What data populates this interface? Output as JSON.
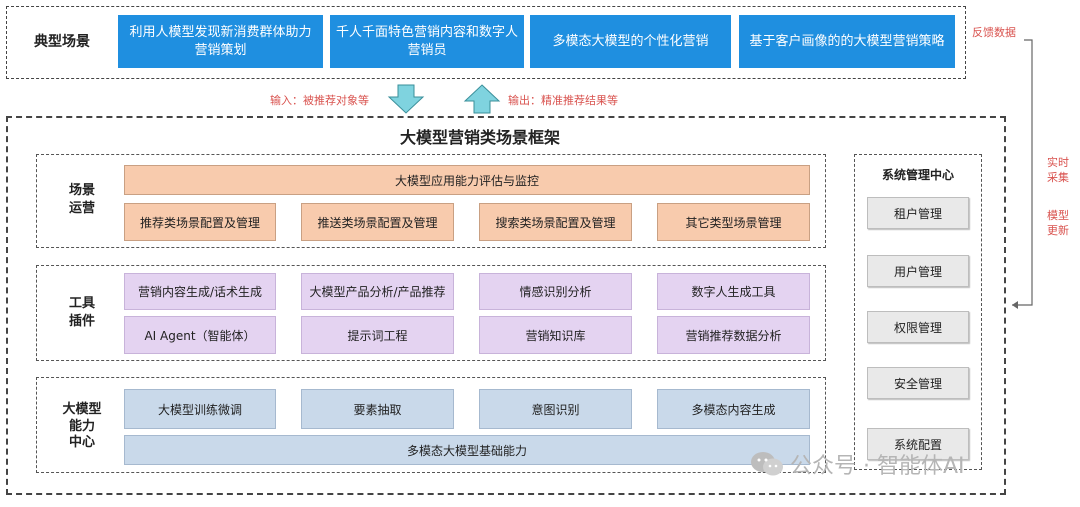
{
  "top": {
    "label": "典型场景",
    "scenarios": [
      "利用人模型发现新消费群体助力营销策划",
      "千人千面特色营销内容和数字人营销员",
      "多模态大模型的个性化营销",
      "基于客户画像的的大模型营销策略"
    ],
    "feedback": "反馈数据"
  },
  "flow": {
    "input": "输入：被推荐对象等",
    "output": "输出：精准推荐结果等"
  },
  "framework": {
    "title": "大模型营销类场景框架",
    "ops": {
      "label": "场景\n运营",
      "top_bar": "大模型应用能力评估与监控",
      "items": [
        "推荐类场景配置及管理",
        "推送类场景配置及管理",
        "搜索类场景配置及管理",
        "其它类型场景管理"
      ]
    },
    "tools": {
      "label": "工具\n插件",
      "items": [
        "营销内容生成/话术生成",
        "大模型产品分析/产品推荐",
        "情感识别分析",
        "数字人生成工具",
        "AI Agent（智能体）",
        "提示词工程",
        "营销知识库",
        "营销推荐数据分析"
      ]
    },
    "cap": {
      "label": "大模型\n能力\n中心",
      "items": [
        "大模型训练微调",
        "要素抽取",
        "意图识别",
        "多模态内容生成"
      ],
      "bottom_bar": "多模态大模型基础能力"
    }
  },
  "system": {
    "title": "系统管理中心",
    "items": [
      "租户管理",
      "用户管理",
      "权限管理",
      "安全管理",
      "系统配置"
    ]
  },
  "side_notes": {
    "realtime": "实时\n采集",
    "model_update": "模型\n更新"
  },
  "watermark": "公众号 · 智能体AI"
}
